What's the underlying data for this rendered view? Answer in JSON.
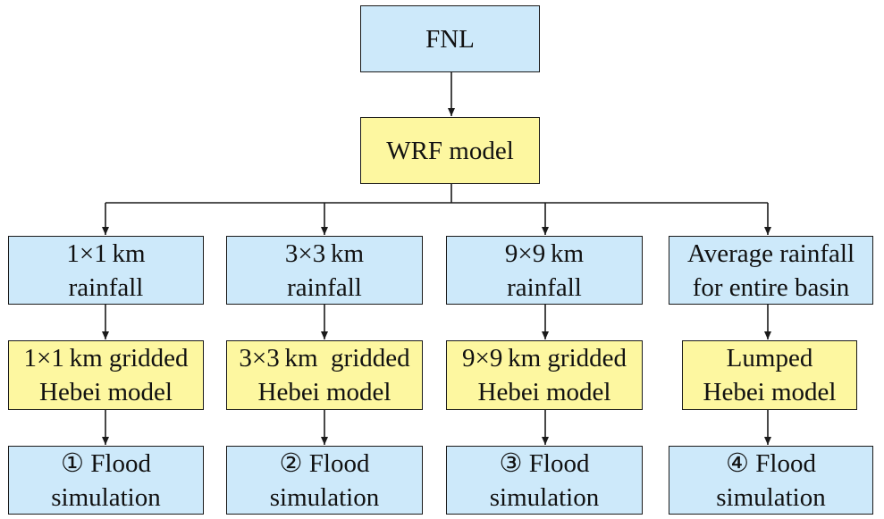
{
  "colors": {
    "blue_box": "#cde9fa",
    "yellow_box": "#fdf7a0",
    "line": "#1a1a1a"
  },
  "top": {
    "fnl": "FNL",
    "wrf": "WRF model"
  },
  "columns": [
    {
      "rainfall": [
        "1×1 km",
        "rainfall"
      ],
      "model": [
        "1×1 km gridded",
        "Hebei model"
      ],
      "simulation": [
        "① Flood",
        "simulation"
      ]
    },
    {
      "rainfall": [
        "3×3 km",
        "rainfall"
      ],
      "model": [
        "3×3 km  gridded",
        "Hebei model"
      ],
      "simulation": [
        "② Flood",
        "simulation"
      ]
    },
    {
      "rainfall": [
        "9×9 km",
        "rainfall"
      ],
      "model": [
        "9×9 km gridded",
        "Hebei model"
      ],
      "simulation": [
        "③ Flood",
        "simulation"
      ]
    },
    {
      "rainfall": [
        "Average rainfall",
        "for entire basin"
      ],
      "model": [
        "Lumped",
        "Hebei model"
      ],
      "simulation": [
        "④ Flood",
        "simulation"
      ]
    }
  ]
}
